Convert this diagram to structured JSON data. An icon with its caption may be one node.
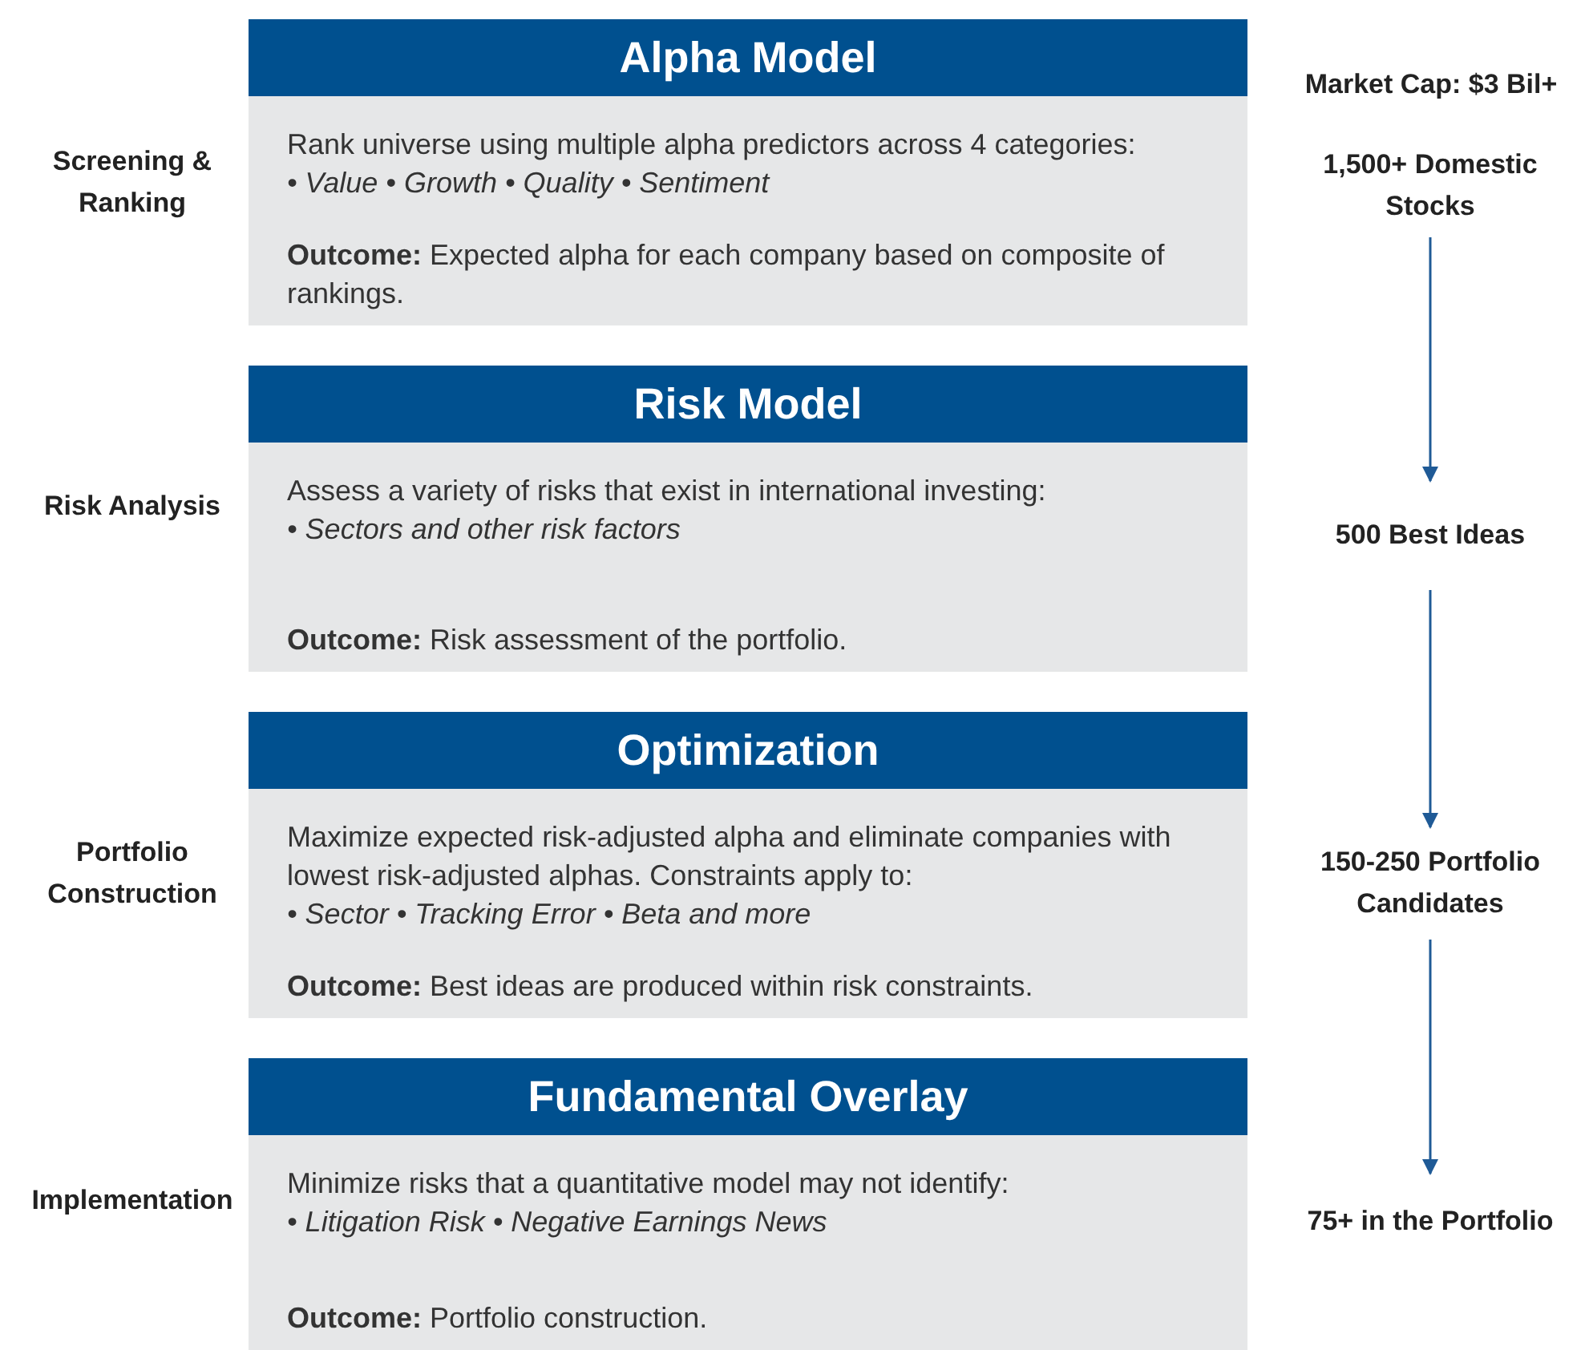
{
  "diagram": {
    "nodes": [
      {
        "text": [
          "Alpha Model",
          "Rank universe using multiple alpha predictors across 4 categories:",
          "• Value • Growth • Quality • Sentiment",
          "**Outcome:** Expected alpha for each company based on composite of rankings."
        ]
      },
      {
        "text": [
          "Risk Model",
          "Assess a variety of risks that exist in international investing:",
          "• Sectors and other risk factors",
          "**Outcome:** Risk assessment of the portfolio."
        ]
      },
      {
        "text": [
          "Optimization",
          "Maximize expected risk-adjusted alpha and eliminate companies with lowest risk-adjusted alphas. Constraints apply to:",
          "• Sector • Tracking Error • Beta and more",
          "**Outcome:** Best ideas are produced within risk constraints."
        ]
      },
      {
        "text": [
          "Fundamental Overlay",
          "Minimize risks that a quantitative model may not identify:",
          "• Litigation Risk • Negative Earnings News",
          "**Outcome:** Portfolio construction."
        ]
      },
      {
        "text": [
          "1,500+ Domestic Stocks"
        ]
      },
      {
        "text": [
          "500 Best Ideas"
        ]
      },
      {
        "text": [
          "150-250 Portfolio Candidates"
        ]
      },
      {
        "text": [
          "75+ in the Portfolio"
        ]
      }
    ],
    "edges": [
      {
        "from": 4,
        "to": 5,
        "arrow": "to"
      },
      {
        "from": 5,
        "to": 6,
        "arrow": "to"
      },
      {
        "from": 6,
        "to": 7,
        "arrow": "to"
      }
    ],
    "labels": [
      "Market Cap: $3 Bil+",
      "Screening & Ranking",
      "Risk Analysis",
      "Portfolio Construction",
      "Implementation"
    ]
  }
}
